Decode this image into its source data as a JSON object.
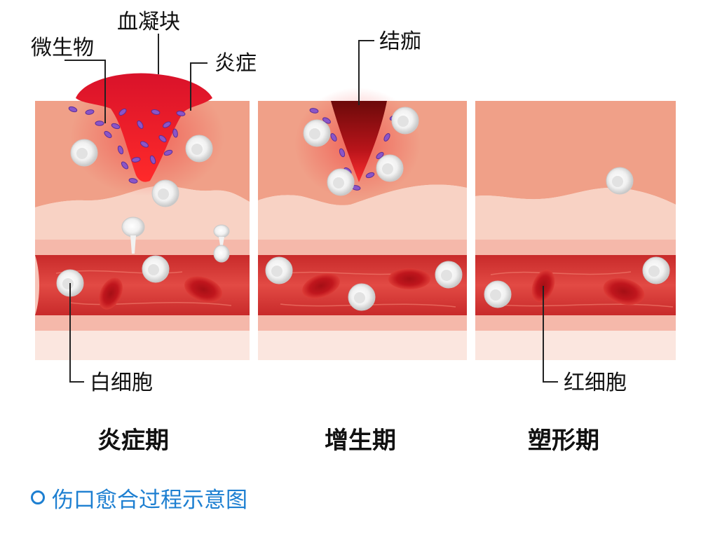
{
  "labels": {
    "clot": "血凝块",
    "microbe": "微生物",
    "inflammation": "炎症",
    "scab": "结痂",
    "white_cell": "白细胞",
    "red_cell": "红细胞"
  },
  "stages": [
    "炎症期",
    "增生期",
    "塑形期"
  ],
  "caption": "伤口愈合过程示意图",
  "colors": {
    "caption_blue": "#1d7fd1",
    "skin": "#f0a088",
    "dermis": "#f8d2c4",
    "vessel_wall": "#f5b8aa",
    "vessel_lumen": "#d93c3c",
    "clot": "#e8202a",
    "scab": "#8e1010",
    "microbe": "#8a55c8"
  }
}
